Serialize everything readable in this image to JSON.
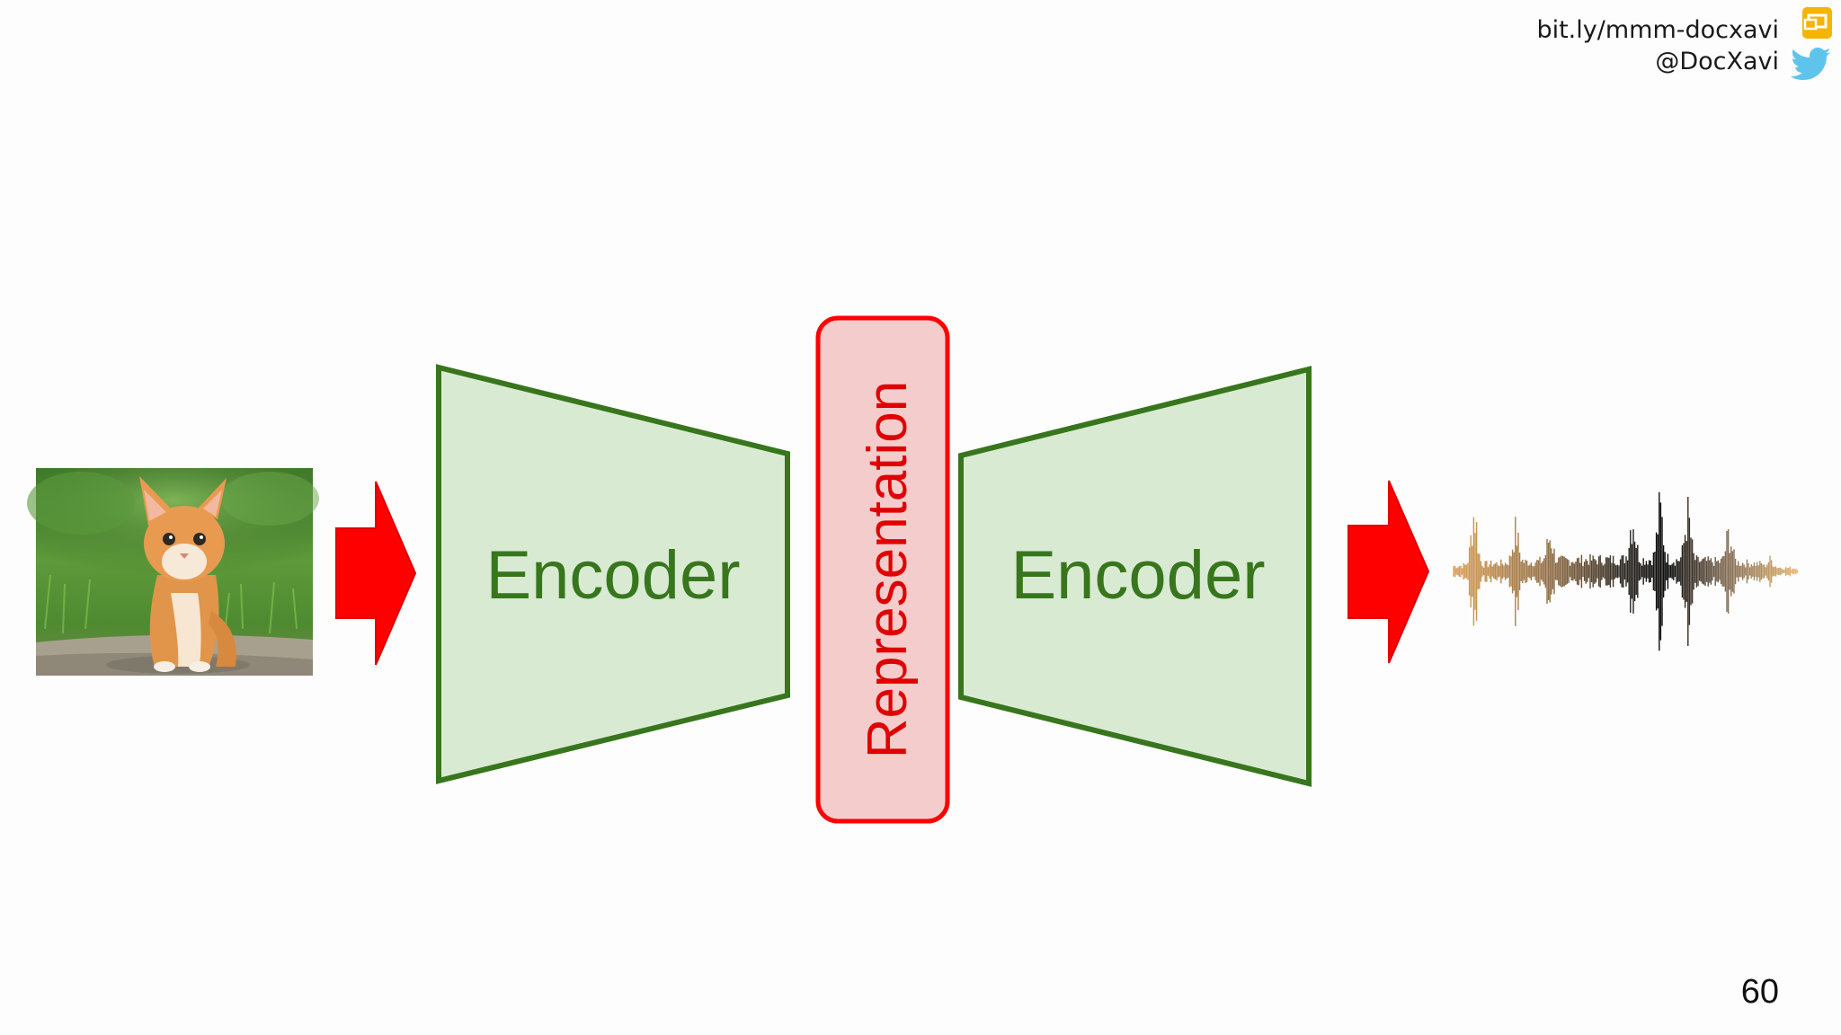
{
  "header": {
    "link": "bit.ly/mmm-docxavi",
    "handle": "@DocXavi",
    "link_icon": "google-slides-icon",
    "handle_icon": "twitter-bird-icon"
  },
  "diagram": {
    "input_image": "kitten-photo",
    "left_block_label": "Encoder",
    "bottleneck_label": "Representation",
    "right_block_label": "Encoder",
    "output_image": "audio-waveform",
    "colors": {
      "block_fill": "#d9ead3",
      "block_stroke": "#38761d",
      "block_text": "#38761d",
      "bottleneck_fill": "#f4cccc",
      "bottleneck_stroke": "#ff0000",
      "bottleneck_text": "#e00000",
      "arrow": "#ff0000"
    }
  },
  "footer": {
    "page_number": "60"
  }
}
